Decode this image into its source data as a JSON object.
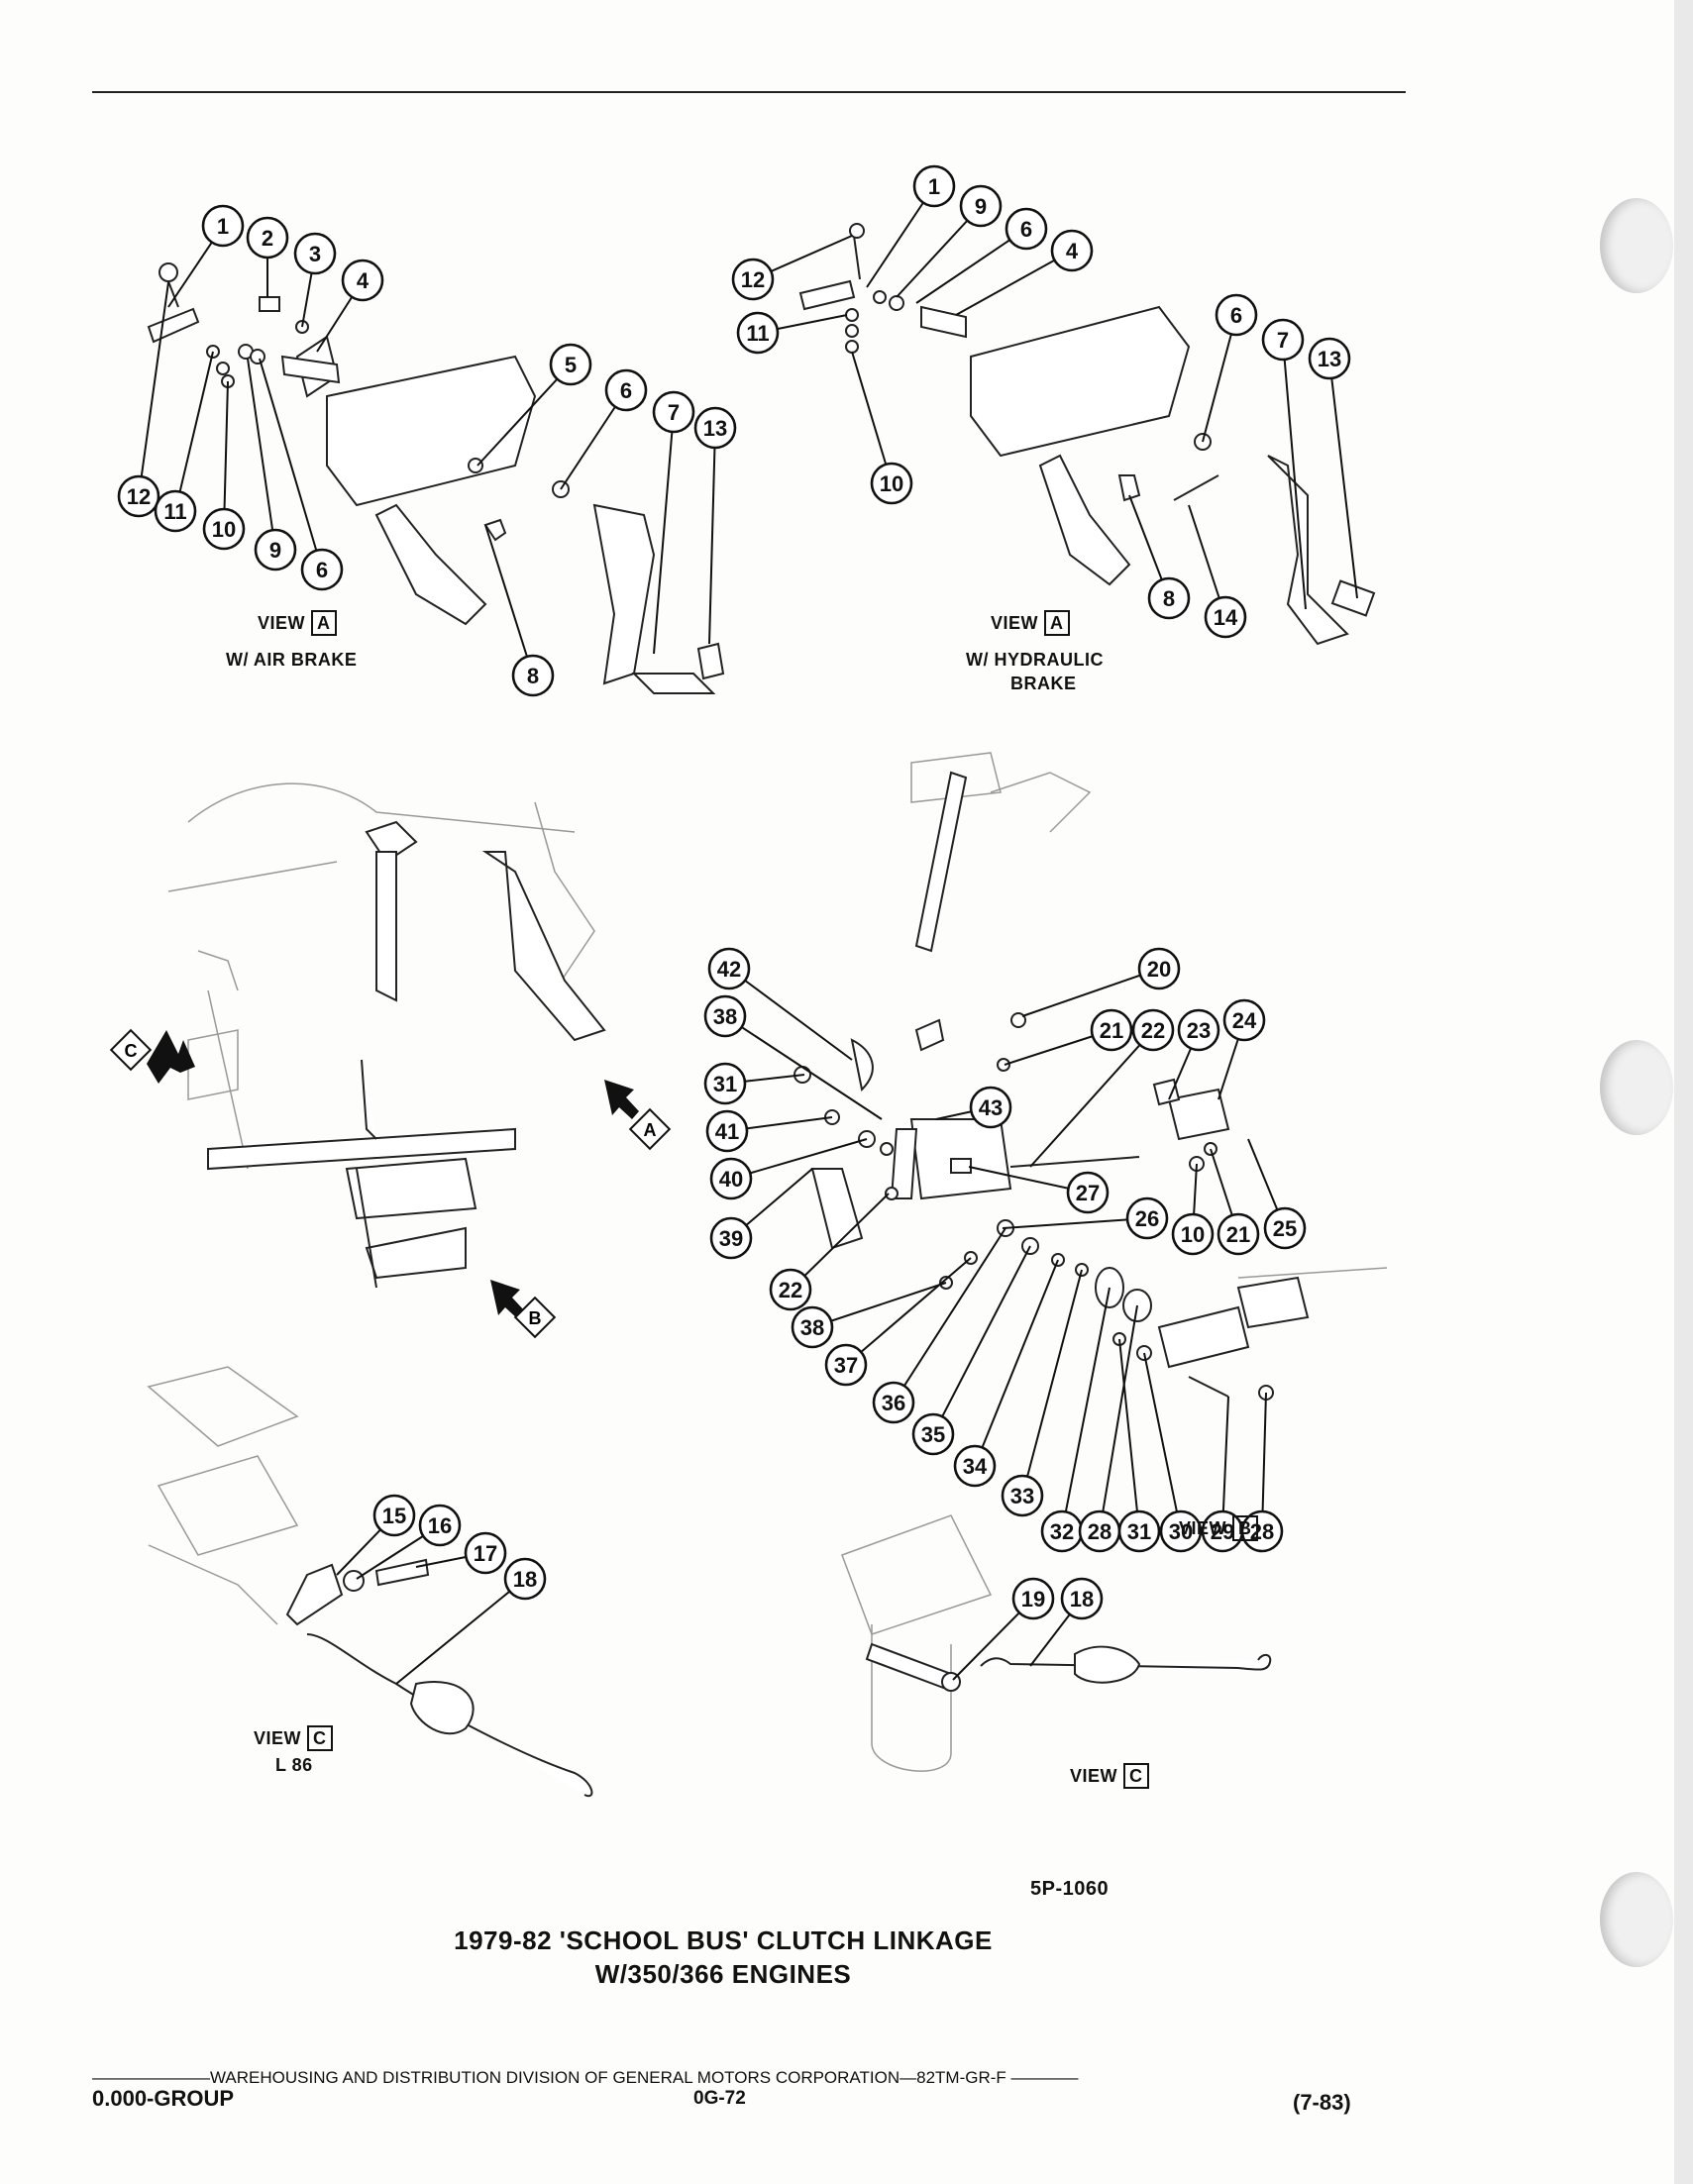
{
  "views": {
    "view_a_air": {
      "view_label": "VIEW",
      "view_letter": "A",
      "sub": "W/ AIR BRAKE"
    },
    "view_a_hyd": {
      "view_label": "VIEW",
      "view_letter": "A",
      "sub_line1": "W/ HYDRAULIC",
      "sub_line2": "BRAKE"
    },
    "view_b": {
      "view_label": "VIEW",
      "view_letter": "B"
    },
    "view_c_l86": {
      "view_label": "VIEW",
      "view_letter": "C",
      "sub": "L 86"
    },
    "view_c": {
      "view_label": "VIEW",
      "view_letter": "C"
    }
  },
  "arrow_letters": {
    "a": "A",
    "b": "B",
    "c": "C"
  },
  "figure_code": "5P-1060",
  "caption": {
    "line1": "1979-82 'SCHOOL BUS' CLUTCH LINKAGE",
    "line2": "W/350/366 ENGINES"
  },
  "footer": {
    "division_line": "WAREHOUSING AND DISTRIBUTION DIVISION OF GENERAL MOTORS CORPORATION—82TM-GR-F",
    "group": "0.000-GROUP",
    "page": "0G-72",
    "date": "(7-83)"
  },
  "callouts": [
    {
      "n": "1"
    },
    {
      "n": "2"
    },
    {
      "n": "3"
    },
    {
      "n": "4"
    },
    {
      "n": "5"
    },
    {
      "n": "6"
    },
    {
      "n": "7"
    },
    {
      "n": "13"
    },
    {
      "n": "12"
    },
    {
      "n": "11"
    },
    {
      "n": "10"
    },
    {
      "n": "9"
    },
    {
      "n": "6"
    },
    {
      "n": "8"
    },
    {
      "n": "1"
    },
    {
      "n": "9"
    },
    {
      "n": "6"
    },
    {
      "n": "4"
    },
    {
      "n": "12"
    },
    {
      "n": "11"
    },
    {
      "n": "10"
    },
    {
      "n": "6"
    },
    {
      "n": "7"
    },
    {
      "n": "13"
    },
    {
      "n": "8"
    },
    {
      "n": "14"
    },
    {
      "n": "42"
    },
    {
      "n": "38"
    },
    {
      "n": "31"
    },
    {
      "n": "41"
    },
    {
      "n": "40"
    },
    {
      "n": "39"
    },
    {
      "n": "22"
    },
    {
      "n": "38"
    },
    {
      "n": "37"
    },
    {
      "n": "36"
    },
    {
      "n": "35"
    },
    {
      "n": "34"
    },
    {
      "n": "33"
    },
    {
      "n": "32"
    },
    {
      "n": "28"
    },
    {
      "n": "31"
    },
    {
      "n": "30"
    },
    {
      "n": "29"
    },
    {
      "n": "28"
    },
    {
      "n": "20"
    },
    {
      "n": "21"
    },
    {
      "n": "22"
    },
    {
      "n": "23"
    },
    {
      "n": "24"
    },
    {
      "n": "43"
    },
    {
      "n": "27"
    },
    {
      "n": "26"
    },
    {
      "n": "10"
    },
    {
      "n": "21"
    },
    {
      "n": "25"
    },
    {
      "n": "15"
    },
    {
      "n": "16"
    },
    {
      "n": "17"
    },
    {
      "n": "18"
    },
    {
      "n": "19"
    },
    {
      "n": "18"
    }
  ]
}
